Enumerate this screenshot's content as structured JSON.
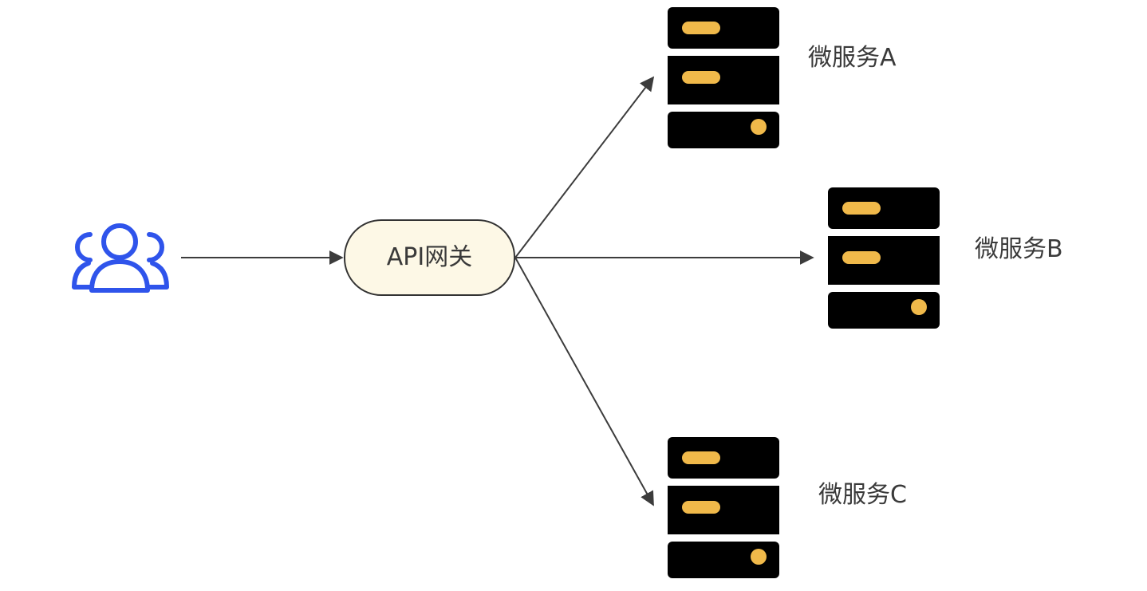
{
  "colors": {
    "users_icon": "#2f54eb",
    "gateway_fill": "#fdf8e6",
    "gateway_stroke": "#333333",
    "server_body": "#000000",
    "server_light": "#f0b94a",
    "arrow": "#3c3c3c"
  },
  "icons": {
    "users": "users-icon",
    "server": "server-icon"
  },
  "gateway": {
    "label": "API网关"
  },
  "services": [
    {
      "label": "微服务A"
    },
    {
      "label": "微服务B"
    },
    {
      "label": "微服务C"
    }
  ]
}
